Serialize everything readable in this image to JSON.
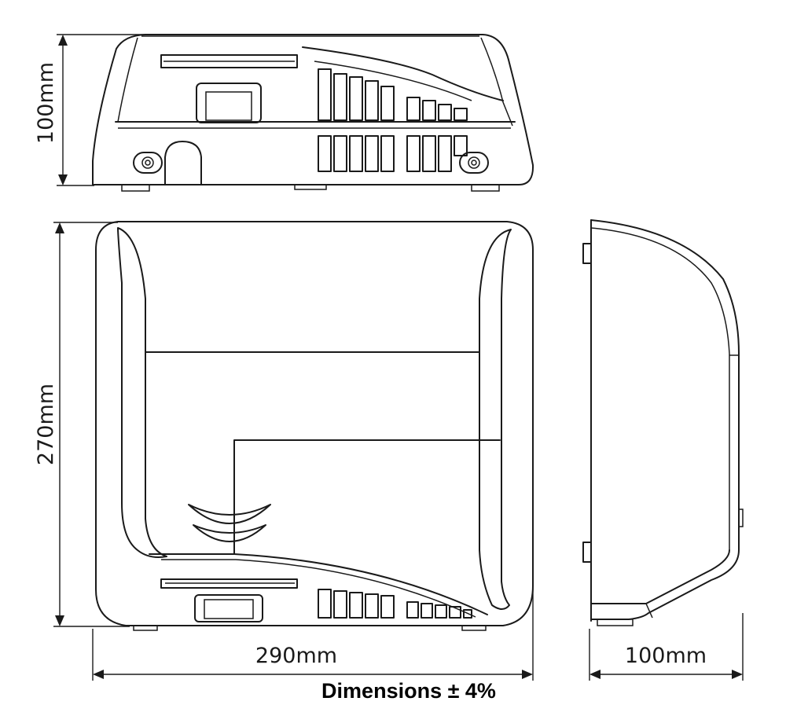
{
  "labels": {
    "top_height": "100mm",
    "front_height": "270mm",
    "front_width": "290mm",
    "side_depth": "100mm",
    "tolerance": "Dimensions ± 4%"
  },
  "colors": {
    "line": "#1a1a1a",
    "background": "#ffffff"
  }
}
